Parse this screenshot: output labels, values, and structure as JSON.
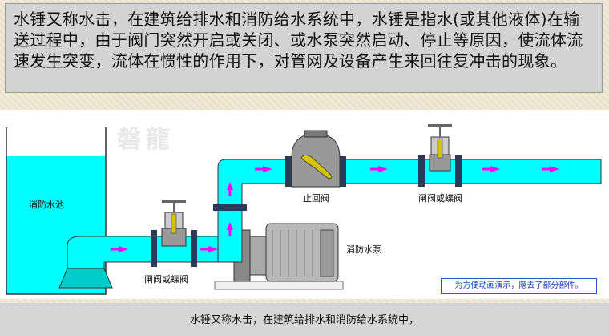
{
  "title_text": "水锤又称水击，在建筑给排水和消防给水系统中，水锤是指水(或其他液体)在输送过程中，由于阀门突然开启或关闭、或水泵突然启动、停止等原因，使流体流速发生突变，流体在惯性的作用下，对管网及设备产生来回往复冲击的现象。",
  "diagram": {
    "watermark": "磐龍",
    "labels": {
      "tank": "消防水池",
      "gate_valve_left": "闸阀或蝶阀",
      "check_valve": "止回阀",
      "gate_valve_right": "闸阀或蝶阀",
      "pump": "消防水泵"
    },
    "note": "为方便动画演示，隐去了部分部件。"
  },
  "caption": "水锤又称水击，在建筑给排水和消防给水系统中，",
  "colors": {
    "water": "#00ffff",
    "pipe_outline": "#333333",
    "arrow": "#ff00ff",
    "flange": "#2a3a5a",
    "valve_handle": "#666666",
    "check_disc": "#d4c400"
  }
}
